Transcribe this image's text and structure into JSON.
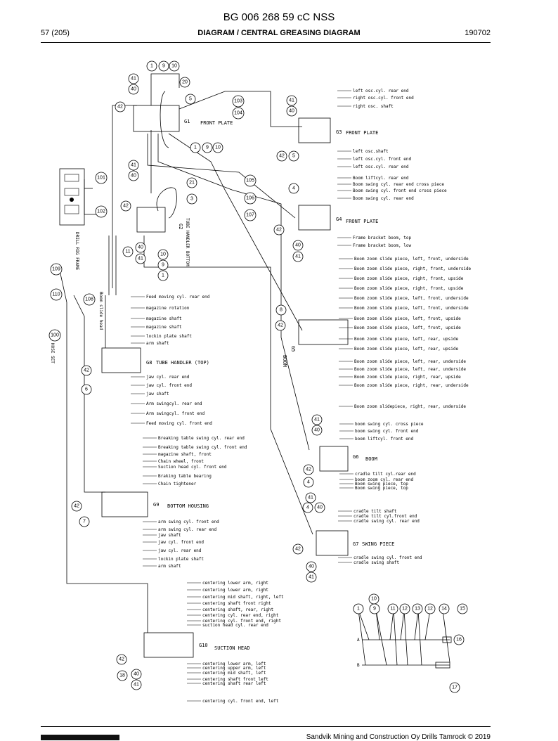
{
  "header": {
    "doc_number": "BG 006 268 59 cC NSS",
    "page": "57 (205)",
    "title": "DIAGRAM / CENTRAL GREASING DIAGRAM",
    "date": "190702"
  },
  "footer": {
    "copyright": "Sandvik Mining and Construction Oy Drills Tamrock © 2019"
  },
  "blocks": {
    "g1": {
      "name": "G1",
      "label": "FRONT PLATE"
    },
    "g2": {
      "name": "G2",
      "label": "TUBE HANDLER BOTTOM"
    },
    "g3": {
      "name": "G3",
      "label": "FRONT PLATE",
      "lines": [
        "left osc.cyl. rear end",
        "right osc.cyl. front end",
        "right osc. shaft",
        "left osc.shaft",
        "left osc.cyl. front end",
        "left osc.cyl. rear end"
      ]
    },
    "g4": {
      "name": "G4",
      "label": "FRONT PLATE",
      "lines": [
        "Boom liftcyl. rear end",
        "Boom swing cyl. rear end cross piece",
        "Boom swing cyl. front end cross piece",
        "Boom swing cyl. rear end",
        "Frame bracket boom, top",
        "Frame bracket boom, low"
      ]
    },
    "g5": {
      "name": "G5",
      "label": "BOOM",
      "lines": [
        "Boom zoom slide piece, left, front, underside",
        "Boom zoom slide piece, right, front, underside",
        "Boom zoom slide piece, right, front, upside",
        "Boom zoom slide piece, right, front, upside",
        "Boom zoom slide piece, left, front, underside",
        "Boom zoom slide piece, left, front, underside",
        "Boom zoom slide piece, left, front, upside",
        "Boom zoom slide piece, left, front, upside",
        "Boom zoom slide piece, left, rear, upside",
        "Boom zoom slide piece, left, rear, upside",
        "Boom zoom slide piece, left, rear, underside",
        "Boom zoom slide piece, left, rear, underside",
        "Boom zoom slide piece, right, rear, upside",
        "Boom zoom slide piece, right, rear, underside",
        "Boom zoom slidepiece, right, rear, underside"
      ]
    },
    "g6": {
      "name": "G6",
      "label": "BOOM",
      "lines": [
        "boom swing cyl. cross piece",
        "boom swing cyl. front end",
        "boom liftcyl. front end",
        "cradle tilt cyl.rear end",
        "boom zoom cyl. rear end",
        "Boom swing piece, top",
        "Boom swing piece, top"
      ]
    },
    "g7": {
      "name": "G7",
      "label": "SWING PIECE",
      "lines": [
        "cradle tilt shaft",
        "cradle tilt cyl.front end",
        "cradle swing cyl. rear end",
        "cradle swing cyl. front end",
        "cradle swing shaft"
      ]
    },
    "g8": {
      "name": "G8",
      "label": "TUBE HANDLER (TOP)",
      "lines": [
        "Feed moving cyl. rear end",
        "magazine rotation",
        "magazine shaft",
        "magazine shaft",
        "lockin plate shaft",
        "arm shaft",
        "jaw cyl. rear end",
        "jaw cyl. front end",
        "jaw shaft",
        "Arm swingcyl. rear end",
        "Arm swingcyl. front end",
        "Feed moving cyl. front end"
      ]
    },
    "g9": {
      "name": "G9",
      "label": "BOTTOM HOUSING",
      "lines": [
        "Breaking table swing cyl. rear end",
        "Breaking table swing cyl. front end",
        "magazine shaft, front",
        "Chain wheel, front",
        "Suction head cyl. front end",
        "Braking table bearing",
        "Chain tightener",
        "arm swing cyl. front end",
        "arm swing cyl. rear end",
        "jaw shaft",
        "jaw cyl. front end",
        "jaw cyl. rear end",
        "lockin plate shaft",
        "arm shaft"
      ]
    },
    "g10": {
      "name": "G10",
      "label": "SUCTION HEAD",
      "lines": [
        "centering lower arm, right",
        "centering lower arm, right",
        "centering mid shaft, right, left",
        "centering shaft front right",
        "centering shaft, rear, right",
        "centering cyl. rear end, right",
        "centering cyl. front end, right",
        "suction head cyl. rear end",
        "centering lower arm, left",
        "centering upper arm, left",
        "centering mid shaft, left",
        "centering shaft front left",
        "centering shaft rear left",
        "centering cyl. front end, left"
      ]
    }
  },
  "side_labels": {
    "boom_slide": "Boom slide head",
    "hose_set": "HOSE SET",
    "drill_rig": "DRILL RIG FRAME"
  },
  "legend": {
    "a": "A",
    "b": "B"
  }
}
